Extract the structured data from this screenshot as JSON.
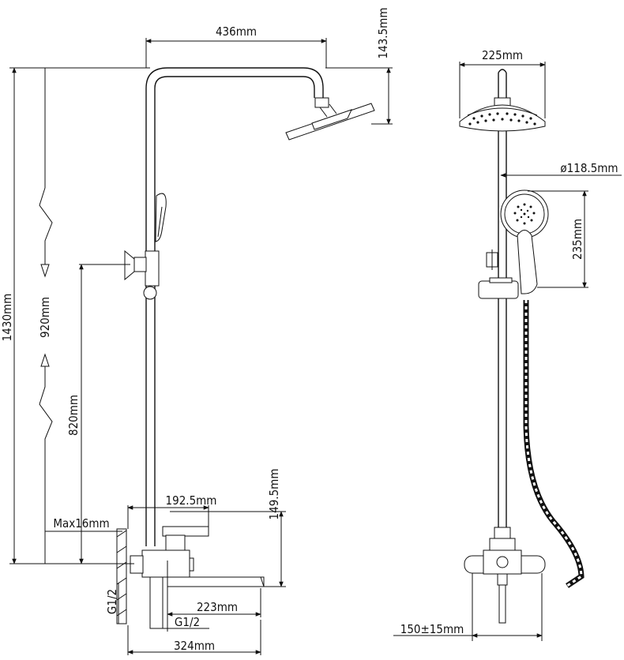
{
  "dimensions": {
    "top_width": "436mm",
    "top_drop": "143.5mm",
    "head_diameter": "225mm",
    "hand_diameter": "ø118.5mm",
    "hand_length": "235mm",
    "total_height": "1430mm",
    "mid_height": "920mm",
    "holder_height": "820mm",
    "mixer_height": "149.5mm",
    "mixer_width": "192.5mm",
    "wall_max": "Max16mm",
    "spout_length": "223mm",
    "thread_left": "G1/2",
    "thread_bottom": "G1/2",
    "total_width": "324mm",
    "center_spacing": "150±15mm"
  },
  "colors": {
    "line": "#111111",
    "background": "#ffffff"
  }
}
